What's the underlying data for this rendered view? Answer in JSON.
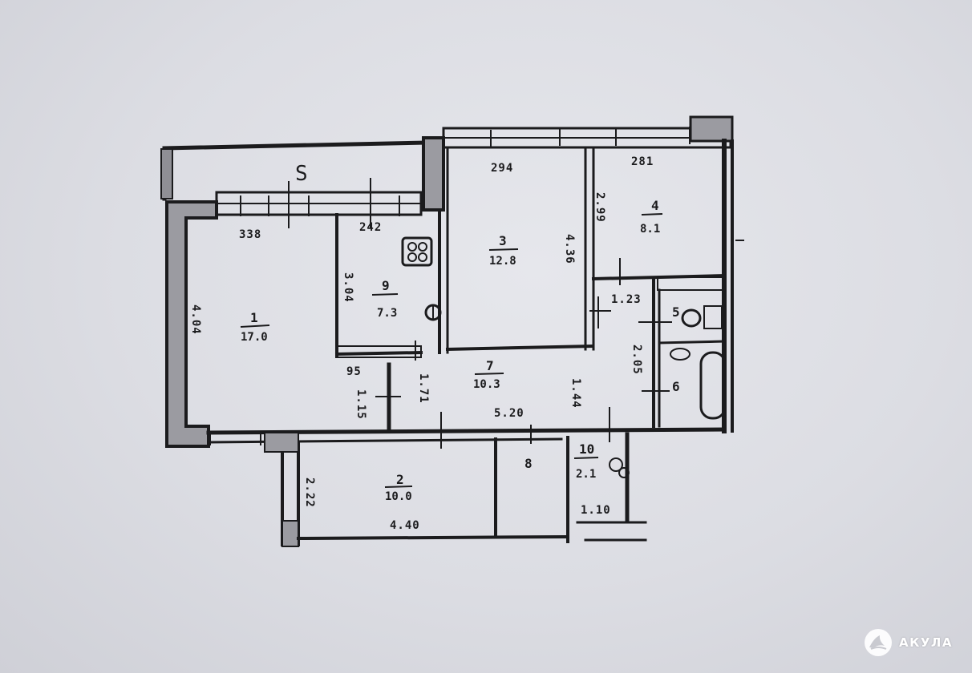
{
  "balcony_label": "S",
  "rooms": [
    {
      "id": "room-1",
      "number": "1",
      "area": "17.0"
    },
    {
      "id": "room-2",
      "number": "2",
      "area": "10.0"
    },
    {
      "id": "room-3",
      "number": "3",
      "area": "12.8"
    },
    {
      "id": "room-4",
      "number": "4",
      "area": "8.1"
    },
    {
      "id": "room-5",
      "number": "5",
      "area": ""
    },
    {
      "id": "room-6",
      "number": "6",
      "area": ""
    },
    {
      "id": "room-7",
      "number": "7",
      "area": "10.3"
    },
    {
      "id": "room-8",
      "number": "8",
      "area": ""
    },
    {
      "id": "room-9",
      "number": "9",
      "area": "7.3"
    },
    {
      "id": "room-10",
      "number": "10",
      "area": "2.1"
    }
  ],
  "dimensions": [
    "338",
    "242",
    "294",
    "281",
    "4.04",
    "3.04",
    "4.36",
    "2.99",
    "1.23",
    "5.20",
    "4.40",
    "2.22",
    "1.44",
    "1.15",
    "1.71",
    "95",
    "2.05",
    "1.10"
  ],
  "colors": {
    "ink": "#1b1b1d",
    "wall_fill": "#9b9ba1",
    "paper": "#e2e3e8"
  },
  "watermark": {
    "brand": "АКУЛА",
    "icon": "shark-logo-icon"
  }
}
